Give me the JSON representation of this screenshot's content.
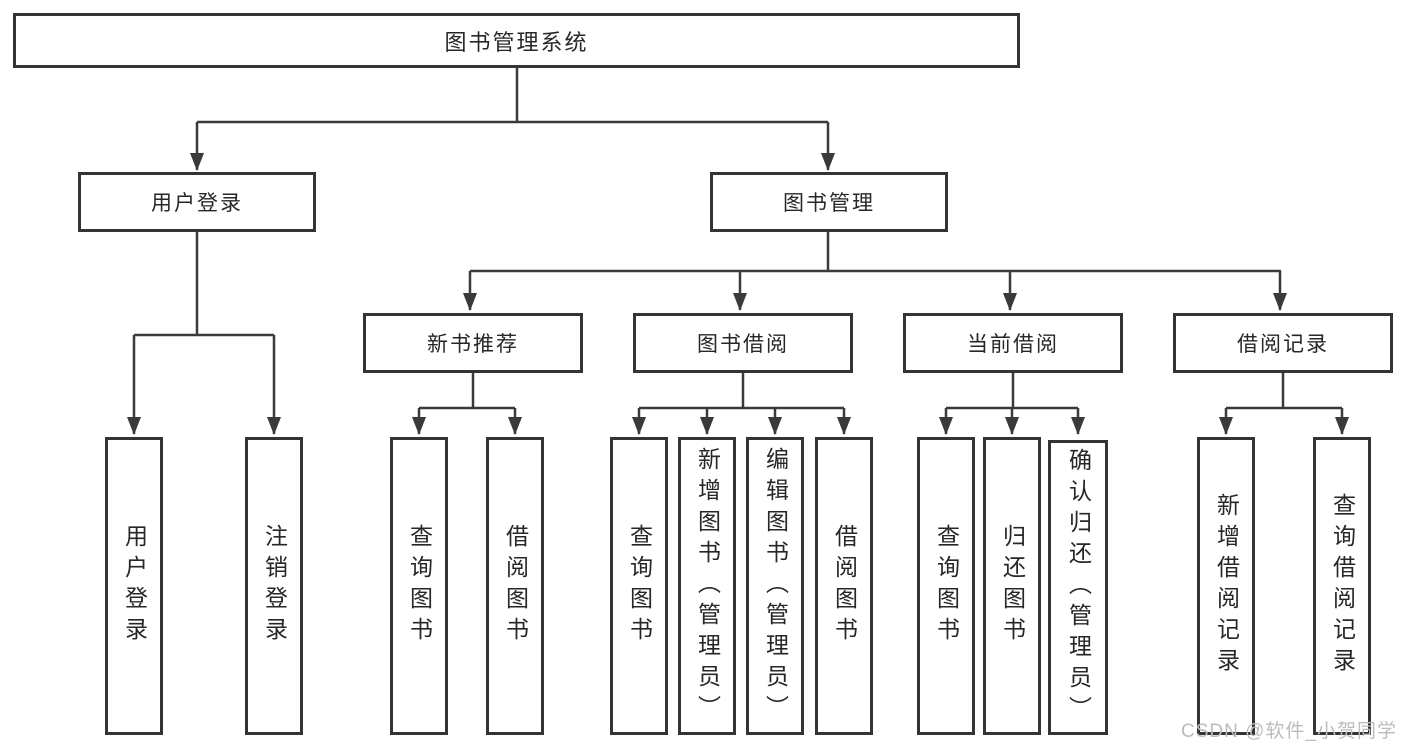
{
  "tree": {
    "root": "图书管理系统",
    "branches": [
      {
        "label": "用户登录",
        "children": [
          "用户登录",
          "注销登录"
        ]
      },
      {
        "label": "图书管理",
        "children": [
          {
            "label": "新书推荐",
            "children": [
              "查询图书",
              "借阅图书"
            ]
          },
          {
            "label": "图书借阅",
            "children": [
              "查询图书",
              "新增图书（管理员）",
              "编辑图书（管理员）",
              "借阅图书"
            ]
          },
          {
            "label": "当前借阅",
            "children": [
              "查询图书",
              "归还图书",
              "确认归还（管理员）"
            ]
          },
          {
            "label": "借阅记录",
            "children": [
              "新增借阅记录",
              "查询借阅记录"
            ]
          }
        ]
      }
    ]
  },
  "watermark": {
    "text": "CSDN @软件_小贺同学"
  },
  "colors": {
    "line": "#3a3a3a",
    "box_border": "#343434",
    "text": "#272727",
    "watermark": "#b9bdc1",
    "background": "#ffffff"
  }
}
